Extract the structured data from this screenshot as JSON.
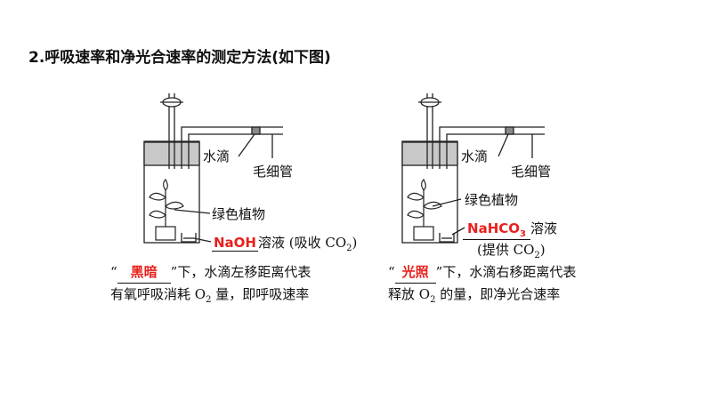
{
  "heading": "2.呼吸速率和净光合速率的测定方法(如下图)",
  "left": {
    "label_water_drop": "水滴",
    "label_capillary": "毛细管",
    "label_plant": "绿色植物",
    "solution_answer": "NaOH",
    "solution_suffix_a": "溶液 (吸收 CO",
    "solution_sub": "2",
    "solution_suffix_b": ")",
    "caption_open_quote": "“",
    "condition_answer": "黑暗",
    "caption_line1_rest": "”下，水滴左移距离代表",
    "caption_line2_a": "有氧呼吸消耗 O",
    "caption_line2_sub": "2",
    "caption_line2_b": " 量，即呼吸速率"
  },
  "right": {
    "label_water_drop": "水滴",
    "label_capillary": "毛细管",
    "label_plant": "绿色植物",
    "solution_answer_main": "NaHCO",
    "solution_answer_sub": "3",
    "solution_suffix": "溶液",
    "provide_a": "(提供 CO",
    "provide_sub": "2",
    "provide_b": ")",
    "caption_open_quote": "“",
    "condition_answer": "光照",
    "caption_line1_rest": "”下，水滴右移距离代表",
    "caption_line2_a": "释放 O",
    "caption_line2_sub": "2",
    "caption_line2_b": " 的量，即净光合速率"
  }
}
